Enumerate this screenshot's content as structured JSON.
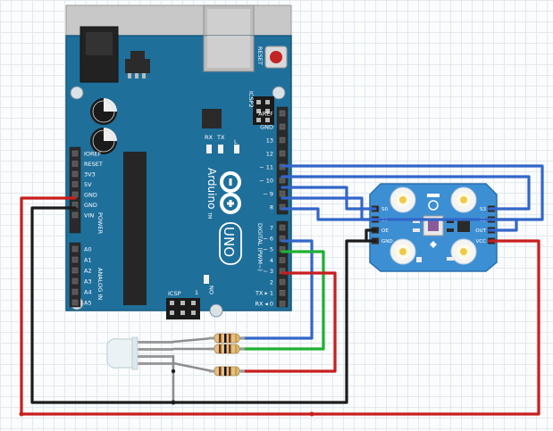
{
  "colors": {
    "board": "#1f6f9b",
    "sensor_board": "#3d8fd4",
    "wire_red": "#c81e1e",
    "wire_black": "#1c1c1c",
    "wire_blue": "#3266c9",
    "wire_green": "#1fb032",
    "grid": "#e3e9ec"
  },
  "arduino": {
    "reset_label": "RESET",
    "icsp2_label": "ICSP2",
    "icsp_label": "ICSP",
    "rx_label": "RX",
    "tx_label": "TX",
    "l_label": "L",
    "brand_label": "Arduino",
    "tm_label": "TM",
    "model_label": "UNO",
    "digital_label": "DIGITAL (PWM~)",
    "power_label": "POWER",
    "analog_label": "ANALOG IN",
    "on_label": "ON",
    "one_label": "1",
    "power_pins": [
      "IOREF",
      "RESET",
      "3V3",
      "5V",
      "GND",
      "GND",
      "VIN"
    ],
    "analog_pins": [
      "A0",
      "A1",
      "A2",
      "A3",
      "A4",
      "A5"
    ],
    "digital_pins_top": [
      "AREF",
      "GND",
      "13",
      "12",
      "~ 11",
      "~ 10",
      "~ 9",
      "8"
    ],
    "digital_pins_bottom": [
      "7",
      "~ 6",
      "~ 5",
      "4",
      "~ 3",
      "2",
      "TX ▸ 1",
      "RX ◂ 0"
    ]
  },
  "sensor": {
    "left_pins": [
      "S0",
      "S1",
      "OE",
      "GND"
    ],
    "right_pins": [
      "S3",
      "S2",
      "OUT",
      "VCC"
    ]
  },
  "wiring": {
    "resistor_count": 3,
    "led": "RGB LED (common cathode)"
  }
}
